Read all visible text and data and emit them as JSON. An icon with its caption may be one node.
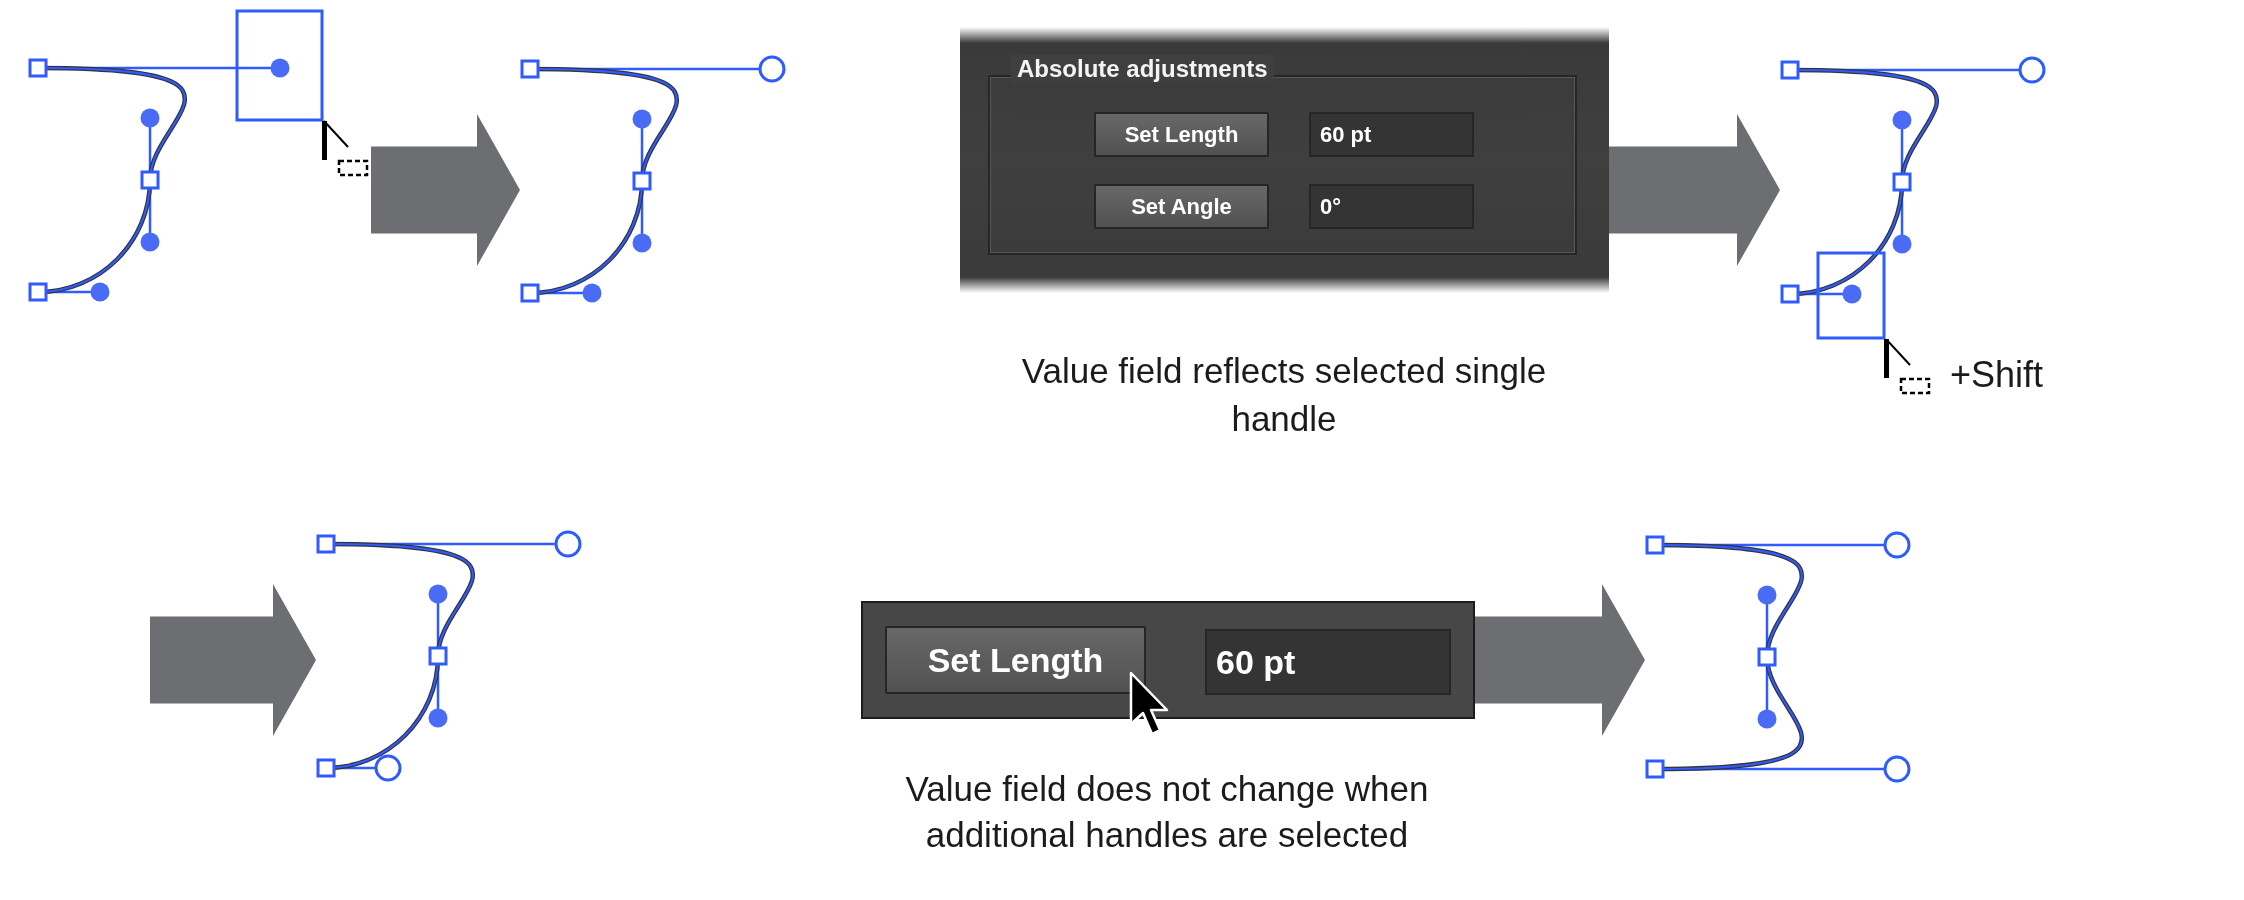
{
  "diagram": {
    "nodes": [
      {
        "text": [],
        "shape": "picture"
      },
      {
        "text": [],
        "shape": "picture"
      },
      {
        "text": [
          "Absolute adjustments"
        ]
      },
      {
        "text": [
          "Set Length"
        ],
        "in": 2
      },
      {
        "text": [
          "60 pt"
        ],
        "in": 2
      },
      {
        "text": [
          "Set Angle"
        ],
        "in": 2
      },
      {
        "text": [
          "0°"
        ],
        "in": 2
      },
      {
        "text": [],
        "shape": "picture",
        "beside": [
          "+Shift"
        ]
      },
      {
        "text": [],
        "shape": "picture"
      },
      {
        "text": [],
        "shape": "box"
      },
      {
        "text": [
          "Set Length"
        ],
        "in": 9
      },
      {
        "text": [
          "60 pt"
        ],
        "in": 9
      },
      {
        "text": [],
        "shape": "picture"
      }
    ],
    "edges": [
      {
        "from": 0,
        "to": 1,
        "arrow": "to"
      },
      {
        "from": 2,
        "to": 7,
        "arrow": "to"
      },
      {
        "from": null,
        "to": 8,
        "arrow": "to"
      },
      {
        "from": 9,
        "to": 12,
        "arrow": "to"
      }
    ],
    "labels": [
      "Value field reflects selected single handle",
      "Value field does not change when additional handles are selected"
    ]
  }
}
